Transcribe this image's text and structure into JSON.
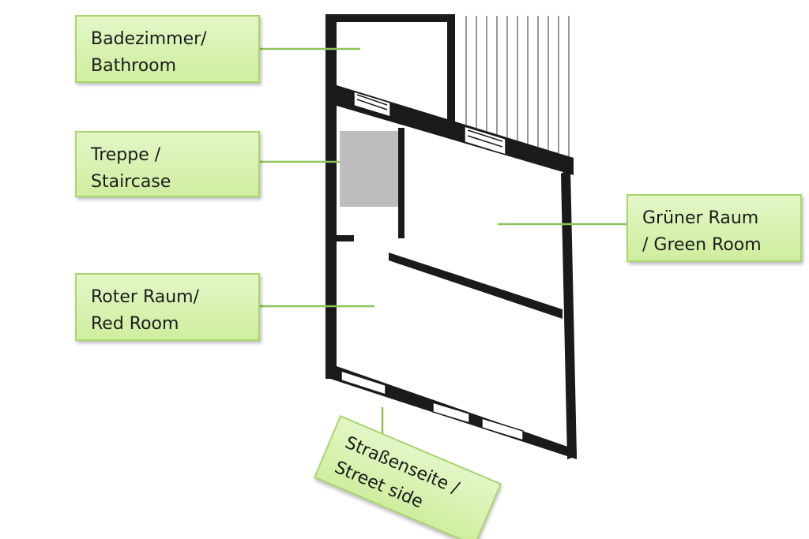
{
  "labels": {
    "bathroom": {
      "line1": "Badezimmer/",
      "line2": "Bathroom"
    },
    "staircase": {
      "line1": "Treppe /",
      "line2": "Staircase"
    },
    "red_room": {
      "line1": "Roter Raum/",
      "line2": "Red Room"
    },
    "green_room": {
      "line1": "Grüner Raum",
      "line2": "/ Green Room"
    },
    "street": {
      "line1": "Straßenseite /",
      "line2": "Street side"
    }
  },
  "colors": {
    "callout_fill": "#d6f0ae",
    "callout_border": "#a9d46e",
    "leader_line": "#8ec25a",
    "wall": "#1a1a1a",
    "staircase_fill": "#bdbdbd"
  }
}
